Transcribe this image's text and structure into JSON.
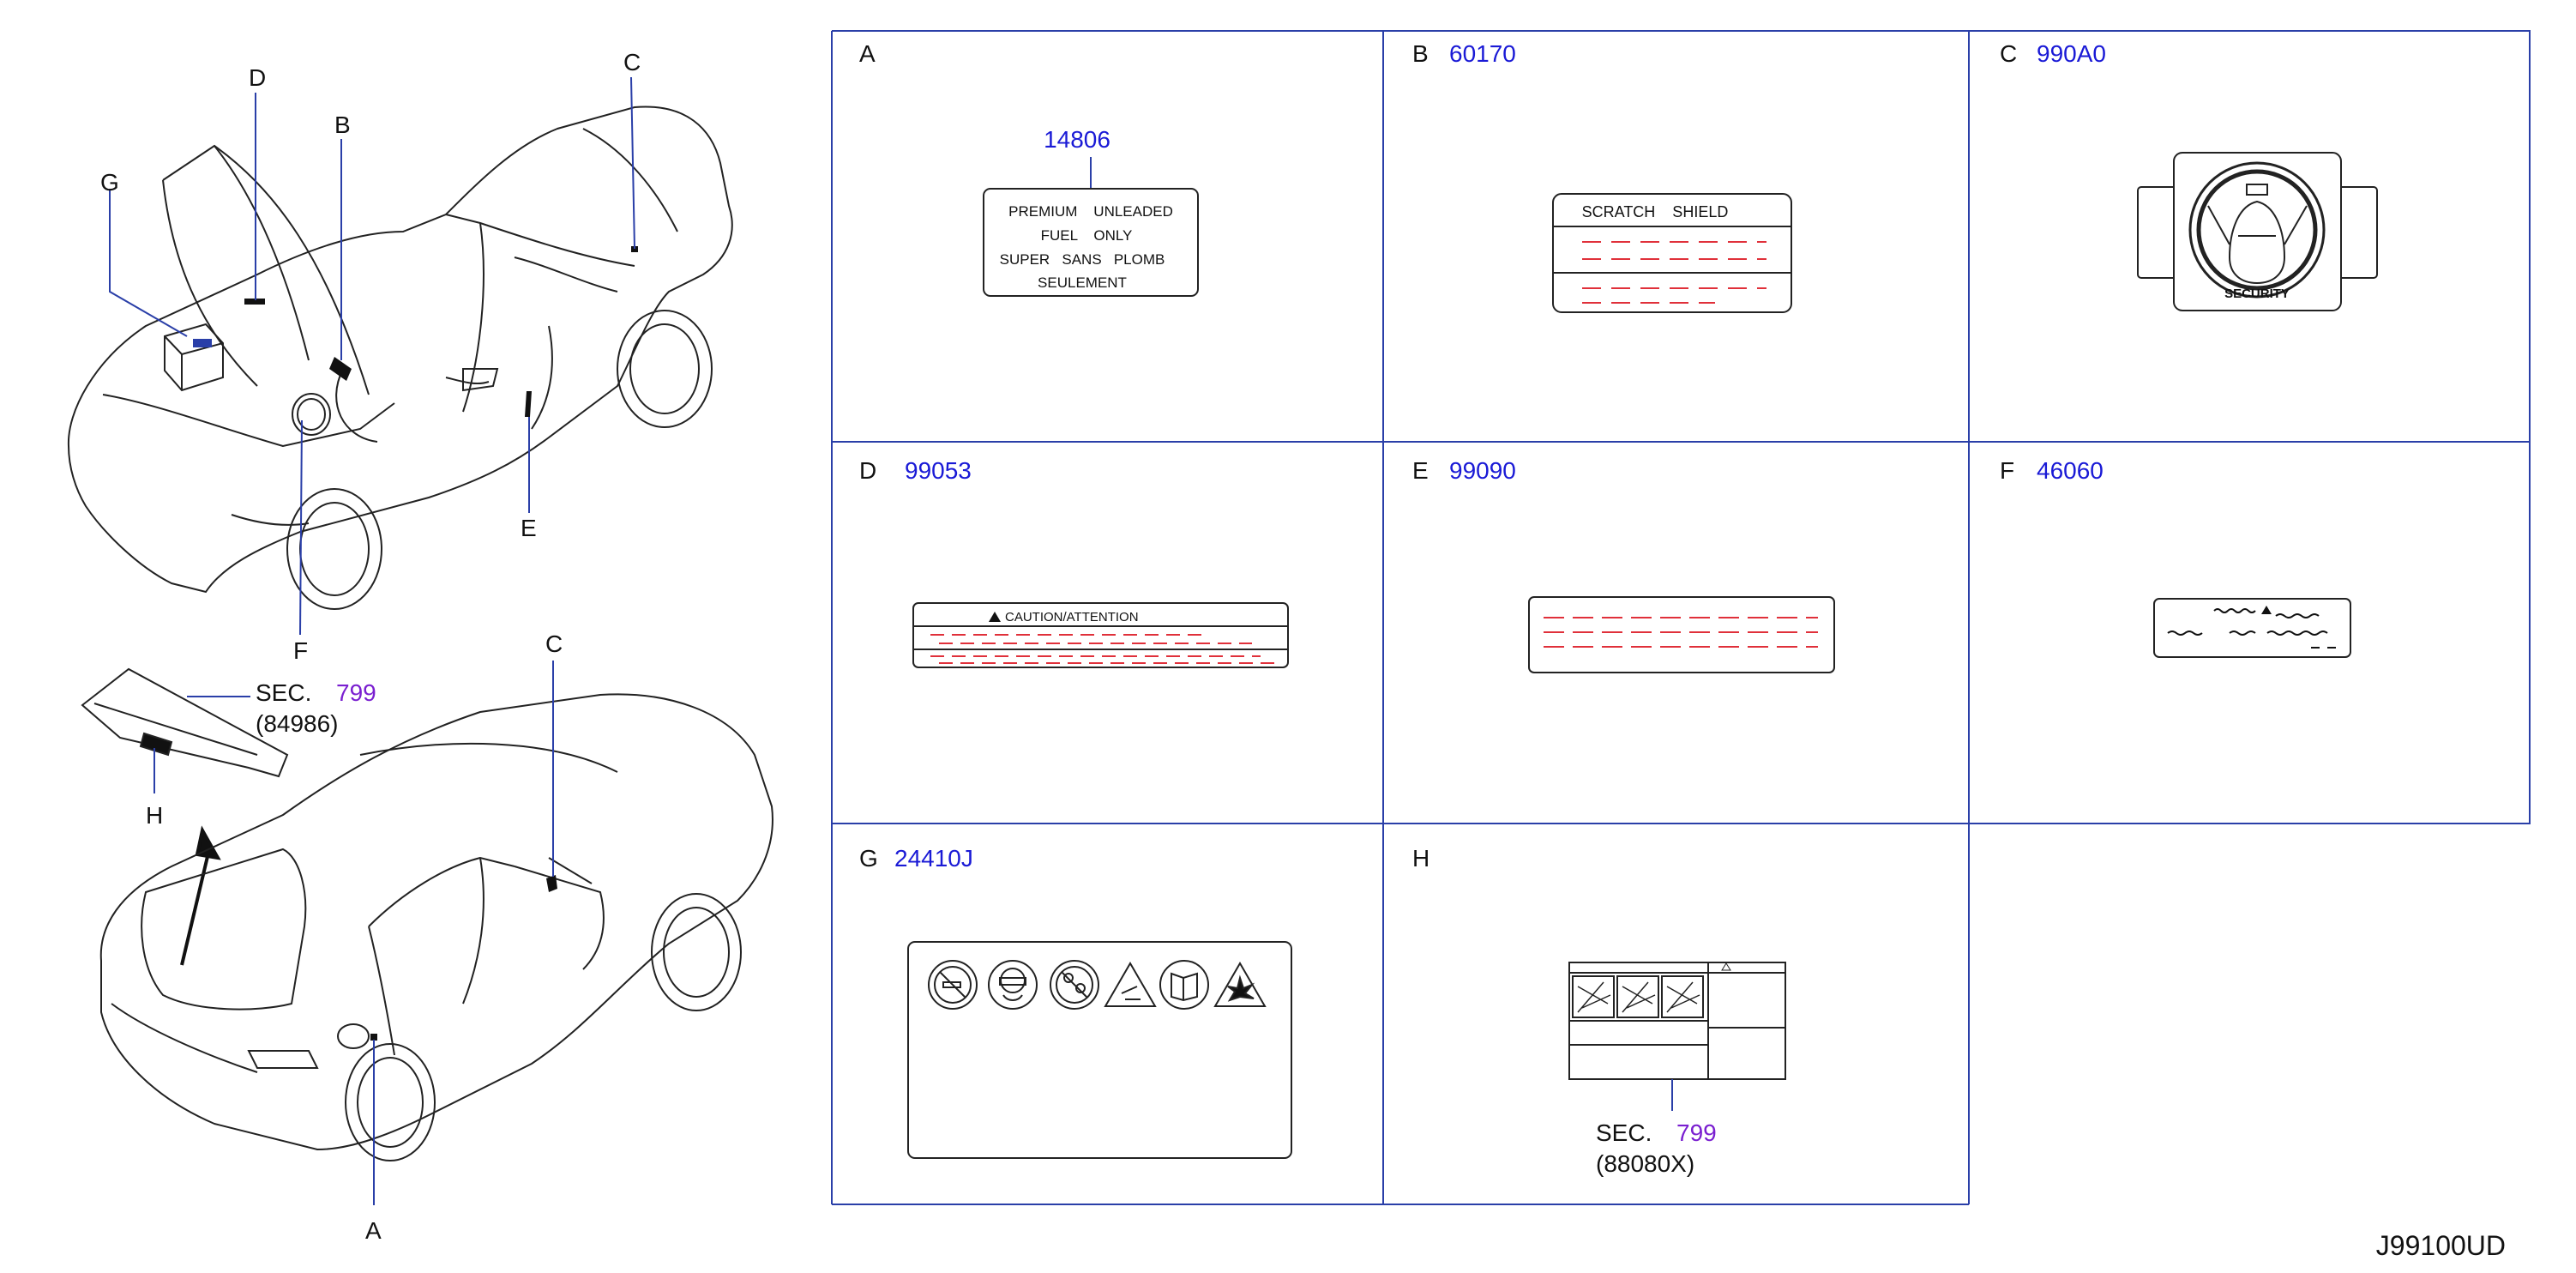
{
  "callouts": {
    "A": "A",
    "B": "B",
    "C": "C",
    "D": "D",
    "E": "E",
    "F": "F",
    "G": "G",
    "H": "H"
  },
  "sec_note_upper": {
    "sec": "SEC.",
    "num": "799",
    "part": "(84986)"
  },
  "sec_note_h": {
    "sec": "SEC.",
    "num": "799",
    "part": "(88080X)"
  },
  "grid": {
    "cells": [
      {
        "letter": "A",
        "code": ""
      },
      {
        "letter": "B",
        "code": "60170"
      },
      {
        "letter": "C",
        "code": "990A0"
      },
      {
        "letter": "D",
        "code": "99053"
      },
      {
        "letter": "E",
        "code": "99090"
      },
      {
        "letter": "F",
        "code": "46060"
      },
      {
        "letter": "G",
        "code": "24410J"
      },
      {
        "letter": "H",
        "code": ""
      }
    ]
  },
  "label_a": {
    "code": "14806",
    "lines": [
      "PREMIUM    UNLEADED",
      "FUEL    ONLY",
      "SUPER   SANS   PLOMB",
      "SEULEMENT"
    ]
  },
  "label_b": {
    "title": "SCRATCH    SHIELD"
  },
  "label_c": {
    "ring_text": "SECURITY"
  },
  "label_d": {
    "title": "CAUTION/ATTENTION"
  },
  "diagram_id": "J99100UD",
  "colors": {
    "code_blue": "#1a1ad6",
    "sec_purple": "#7a1fd0",
    "line_blue": "#2a3fa8",
    "dash_red": "#e0303a"
  }
}
